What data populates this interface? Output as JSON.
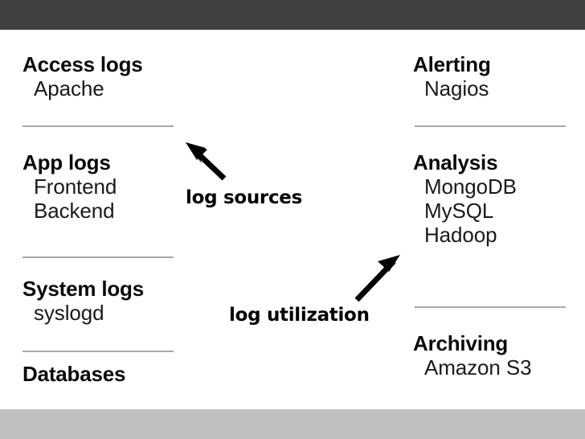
{
  "slide": {
    "left_column": [
      {
        "title": "Access logs",
        "items": [
          "Apache"
        ]
      },
      {
        "title": "App logs",
        "items": [
          "Frontend",
          "Backend"
        ]
      },
      {
        "title": "System logs",
        "items": [
          "syslogd"
        ]
      },
      {
        "title": "Databases",
        "items": []
      }
    ],
    "right_column": [
      {
        "title": "Alerting",
        "items": [
          "Nagios"
        ]
      },
      {
        "title": "Analysis",
        "items": [
          "MongoDB",
          "MySQL",
          "Hadoop"
        ]
      },
      {
        "title": "Archiving",
        "items": [
          "Amazon S3"
        ]
      }
    ],
    "annotations": [
      {
        "label": "log sources",
        "arrow": "arrow-up-left-icon"
      },
      {
        "label": "log utilization",
        "arrow": "arrow-up-right-icon"
      }
    ]
  },
  "colors": {
    "chrome_top": "#414141",
    "chrome_bottom": "#c0c0c0",
    "slide_background": "#ffffff",
    "text": "#0a0a0a",
    "divider": "#a8a8a8"
  }
}
